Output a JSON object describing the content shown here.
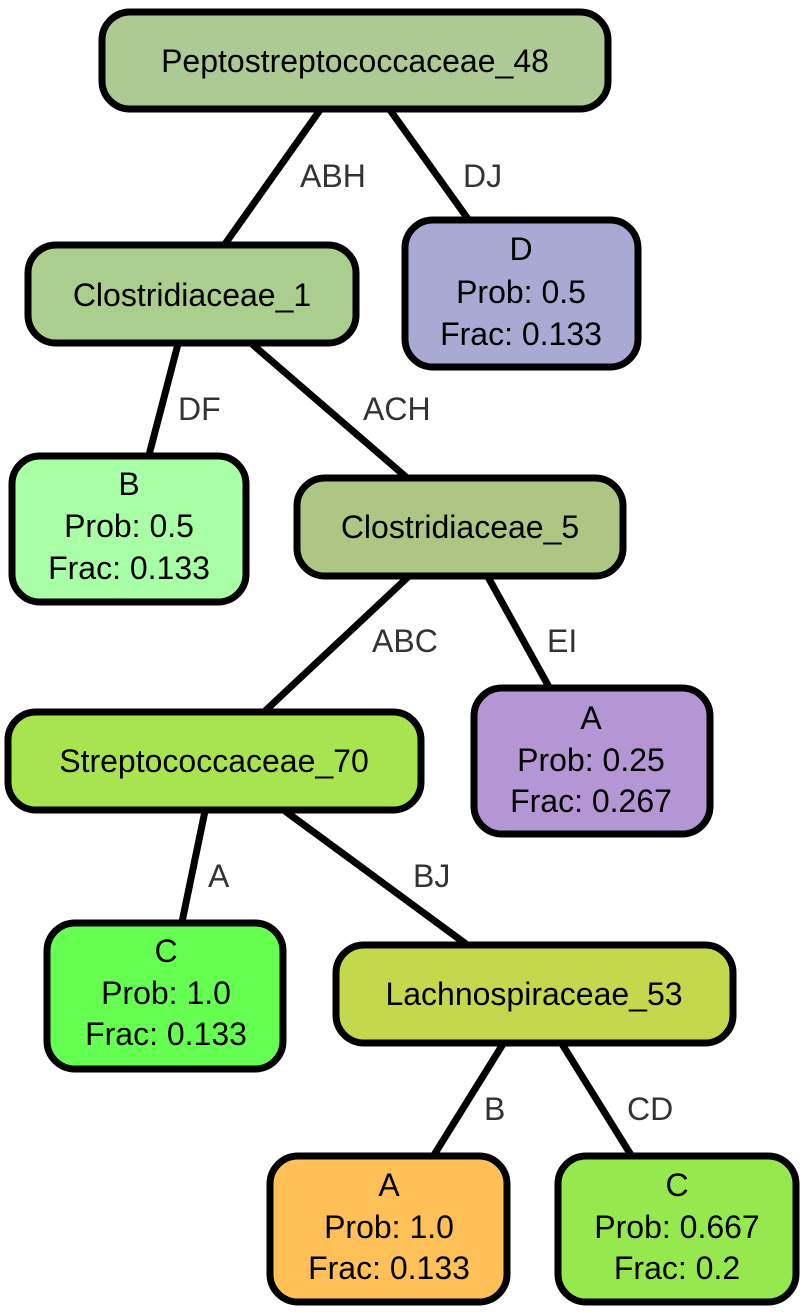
{
  "colors": {
    "peptostreptococcaceae_48": "#adc994",
    "clostridiaceae_1": "#aace8e",
    "clostridiaceae_5": "#aec683",
    "streptococcaceae_70": "#a8e44f",
    "lachnospiraceae_53": "#c3d84d",
    "leaf_d": "#a9a9d3",
    "leaf_b": "#a8ffa5",
    "leaf_a_eI": "#b596d4",
    "leaf_c_a": "#64ff50",
    "leaf_a_b": "#fec057",
    "leaf_c_cd": "#96e84f"
  },
  "nodes": {
    "peptostreptococcaceae_48": {
      "label": "Peptostreptococcaceae_48"
    },
    "clostridiaceae_1": {
      "label": "Clostridiaceae_1"
    },
    "clostridiaceae_5": {
      "label": "Clostridiaceae_5"
    },
    "streptococcaceae_70": {
      "label": "Streptococcaceae_70"
    },
    "lachnospiraceae_53": {
      "label": "Lachnospiraceae_53"
    },
    "leaf_d": {
      "label": "D",
      "prob": "Prob: 0.5",
      "frac": "Frac: 0.133"
    },
    "leaf_b": {
      "label": "B",
      "prob": "Prob: 0.5",
      "frac": "Frac: 0.133"
    },
    "leaf_a_ei": {
      "label": "A",
      "prob": "Prob: 0.25",
      "frac": "Frac: 0.267"
    },
    "leaf_c_a": {
      "label": "C",
      "prob": "Prob: 1.0",
      "frac": "Frac: 0.133"
    },
    "leaf_a_b": {
      "label": "A",
      "prob": "Prob: 1.0",
      "frac": "Frac: 0.133"
    },
    "leaf_c_cd": {
      "label": "C",
      "prob": "Prob: 0.667",
      "frac": "Frac: 0.2"
    }
  },
  "edges": {
    "abh": "ABH",
    "dj": "DJ",
    "df": "DF",
    "ach": "ACH",
    "abc": "ABC",
    "ei": "EI",
    "a": "A",
    "bj": "BJ",
    "b": "B",
    "cd": "CD"
  }
}
